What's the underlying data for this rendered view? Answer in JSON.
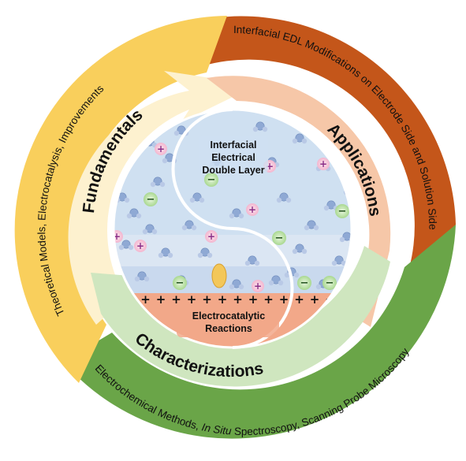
{
  "outer_ring": {
    "orange_label": "Interfacial EDL Modifications on Electrode Side and Solution Side",
    "yellow_label": "Theoretical Models, Electrocatalysis, Improvements",
    "green_label_a": "Electrochemical Methods, ",
    "green_label_italic": "In Situ",
    "green_label_b": " Spectroscopy, Scanning Probe Microscopy"
  },
  "inner_ring": {
    "fundamentals": "Fundamentals",
    "applications": "Applications",
    "characterizations": "Characterizations"
  },
  "center": {
    "edl_line1": "Interfacial",
    "edl_line2": "Electrical",
    "edl_line3": "Double Layer",
    "reactions_line1": "Electrocatalytic",
    "reactions_line2": "Reactions"
  },
  "colors": {
    "orange": "#c4561a",
    "yellow": "#f9cf5c",
    "green": "#6aa548",
    "peach": "#f6c7a8",
    "light_yellow": "#fdf1cf",
    "light_green": "#cfe6bf",
    "electrode": "#f2a889",
    "solution_top": "#cfe0f1",
    "solution_band": "#dbe6f3"
  },
  "symbols": {
    "plus": "+",
    "minus": "−"
  }
}
